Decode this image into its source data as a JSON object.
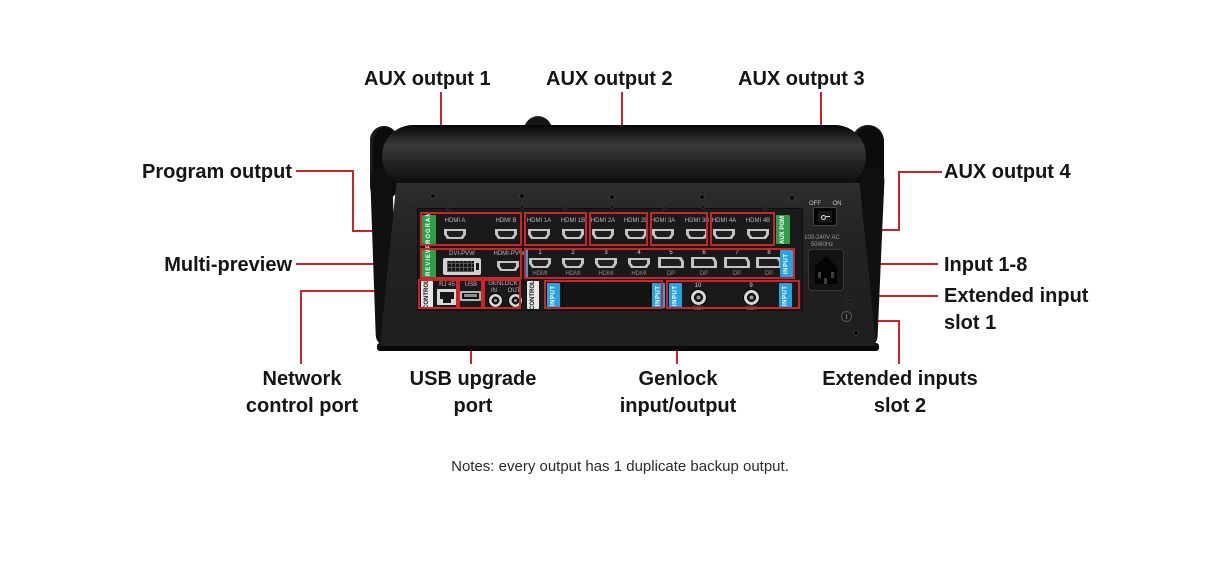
{
  "callouts": {
    "aux1": "AUX output 1",
    "aux2": "AUX output 2",
    "aux3": "AUX output 3",
    "aux4": "AUX output 4",
    "program": "Program output",
    "multipreview": "Multi-preview",
    "input18": "Input 1-8",
    "ext1_line1": "Extended input",
    "ext1_line2": "slot 1",
    "network_line1": "Network",
    "network_line2": "control port",
    "usb_line1": "USB upgrade",
    "usb_line2": "port",
    "genlock_line1": "Genlock",
    "genlock_line2": "input/output",
    "ext2_line1": "Extended inputs",
    "ext2_line2": "slot 2"
  },
  "note": "Notes: every output has 1 duplicate backup output.",
  "panel": {
    "program_tag": "PROGRAM",
    "preview_tag": "PREVIEW",
    "aux_pgm_tag": "AUX PGM",
    "input_tag": "INPUT",
    "control_tag": "CONTROL",
    "program_ports": [
      "HDMI A",
      "HDMI B"
    ],
    "aux_ports": [
      "HDMI 1A",
      "HDMI 1B",
      "HDMI 2A",
      "HDMI 2B",
      "HDMI 3A",
      "HDMI 3B",
      "HDMI 4A",
      "HDMI 4B"
    ],
    "preview_ports": [
      "DVI-PVW",
      "HDMI-PVW"
    ],
    "input_nums": [
      "1",
      "2",
      "3",
      "4",
      "5",
      "6",
      "7",
      "8"
    ],
    "input_types": [
      "HDMI",
      "HDMI",
      "HDMI",
      "HDMI",
      "DP",
      "DP",
      "DP",
      "DP"
    ],
    "power": {
      "off": "OFF",
      "on": "ON",
      "rating1": "100-240V AC",
      "rating2": "50/60Hz"
    },
    "rj45": "RJ 45",
    "usb": "USB",
    "genlock": "GENLOCK",
    "genlock_in": "IN",
    "genlock_out": "OUT",
    "sdi": {
      "num1": "10",
      "num2": "9",
      "type": "SDI"
    }
  },
  "colors": {
    "annotation_red": "#C9252B",
    "tag_green": "#2E9E4D",
    "tag_blue": "#2AA2DE"
  }
}
